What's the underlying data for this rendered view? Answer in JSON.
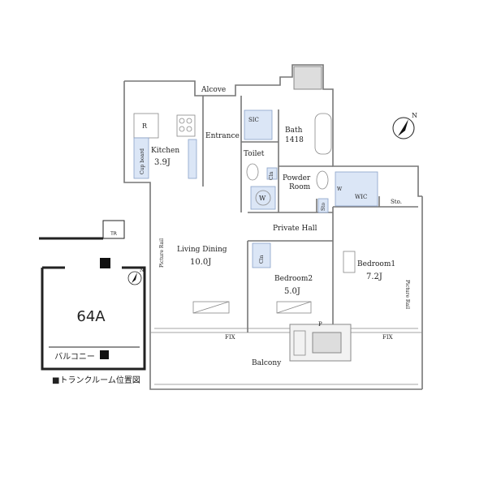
{
  "rooms": {
    "alcove": "Alcove",
    "sic": "SIC",
    "entrance": "Entrance",
    "bath": "Bath",
    "bath_size": "1418",
    "toilet": "Toilet",
    "powder_room": "Powder",
    "powder_room2": "Room",
    "kitchen": "Kitchen",
    "kitchen_size": "3.9J",
    "cupboard": "Cup board",
    "refrigerator": "R",
    "washer": "W",
    "washer_small": "W",
    "living_dining": "Living Dining",
    "living_dining_size": "10.0J",
    "private_hall": "Private Hall",
    "wic": "WIC",
    "sto": "Sto.",
    "sto_small": "Sto",
    "bedroom1": "Bedroom1",
    "bedroom1_size": "7.2J",
    "bedroom2": "Bedroom2",
    "bedroom2_size": "5.0J",
    "cln": "Cln",
    "cln2": "Cln",
    "picture_rail_left": "Picture Rail",
    "picture_rail_right": "Picture Rail",
    "fix_left": "FIX",
    "fix_right": "FIX",
    "balcony": "Balcony",
    "p_mark": "P"
  },
  "key_plan": {
    "unit": "64A",
    "balcony_jp": "バルコニー",
    "tr": "TR",
    "legend": "■トランクルーム位置図"
  },
  "compass": {
    "north": "N"
  }
}
